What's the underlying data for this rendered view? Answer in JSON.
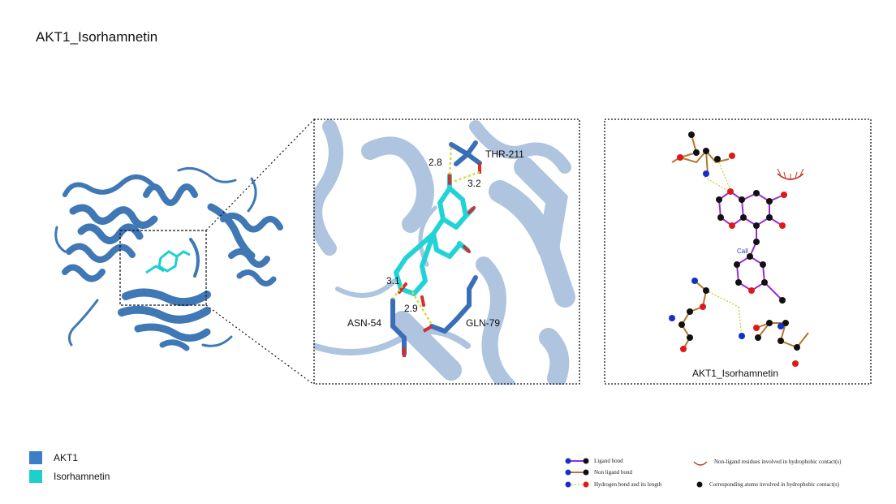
{
  "figure": {
    "title": "AKT1_Isorhamnetin"
  },
  "zoom_panel": {
    "residues": [
      {
        "name": "THR-211"
      },
      {
        "name": "ASN-54"
      },
      {
        "name": "GLN-79"
      }
    ],
    "distances": [
      "2.8",
      "3.2",
      "3.1",
      "2.9"
    ]
  },
  "interaction_map": {
    "caption": "AKT1_Isorhamnetin",
    "ligand_label": "Call"
  },
  "legend": {
    "entries": [
      {
        "label": "AKT1",
        "color": "#3c7fc4"
      },
      {
        "label": "Isorhamnetin",
        "color": "#1fcfd0"
      }
    ]
  },
  "interaction_legend": {
    "ligand_bond": "Ligand bond",
    "non_ligand_bond": "Non ligand bond",
    "hbond": "Hydrogen bond and its length",
    "hydrophobic": "Non-ligand residues involved in hydrophobic contact(s)",
    "hydrophobic_atoms": "Corresponding atoms involved in hydrophobic contact(s)"
  },
  "colors": {
    "protein": "#3f78b4",
    "ligand": "#1fcfd0",
    "ligand_bond": "#9a2bd6",
    "non_ligand_bond": "#b5772a",
    "hbond": "#c8c832",
    "oxygen": "#e01818",
    "nitrogen": "#1530c8",
    "carbon": "#111111"
  }
}
